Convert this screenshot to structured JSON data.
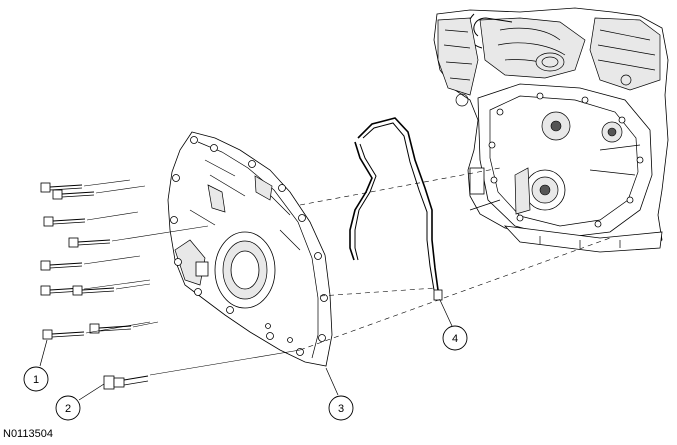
{
  "figure": {
    "reference_number": "N0113504",
    "callouts": [
      {
        "id": "1",
        "label": "1"
      },
      {
        "id": "2",
        "label": "2"
      },
      {
        "id": "3",
        "label": "3"
      },
      {
        "id": "4",
        "label": "4"
      }
    ]
  }
}
